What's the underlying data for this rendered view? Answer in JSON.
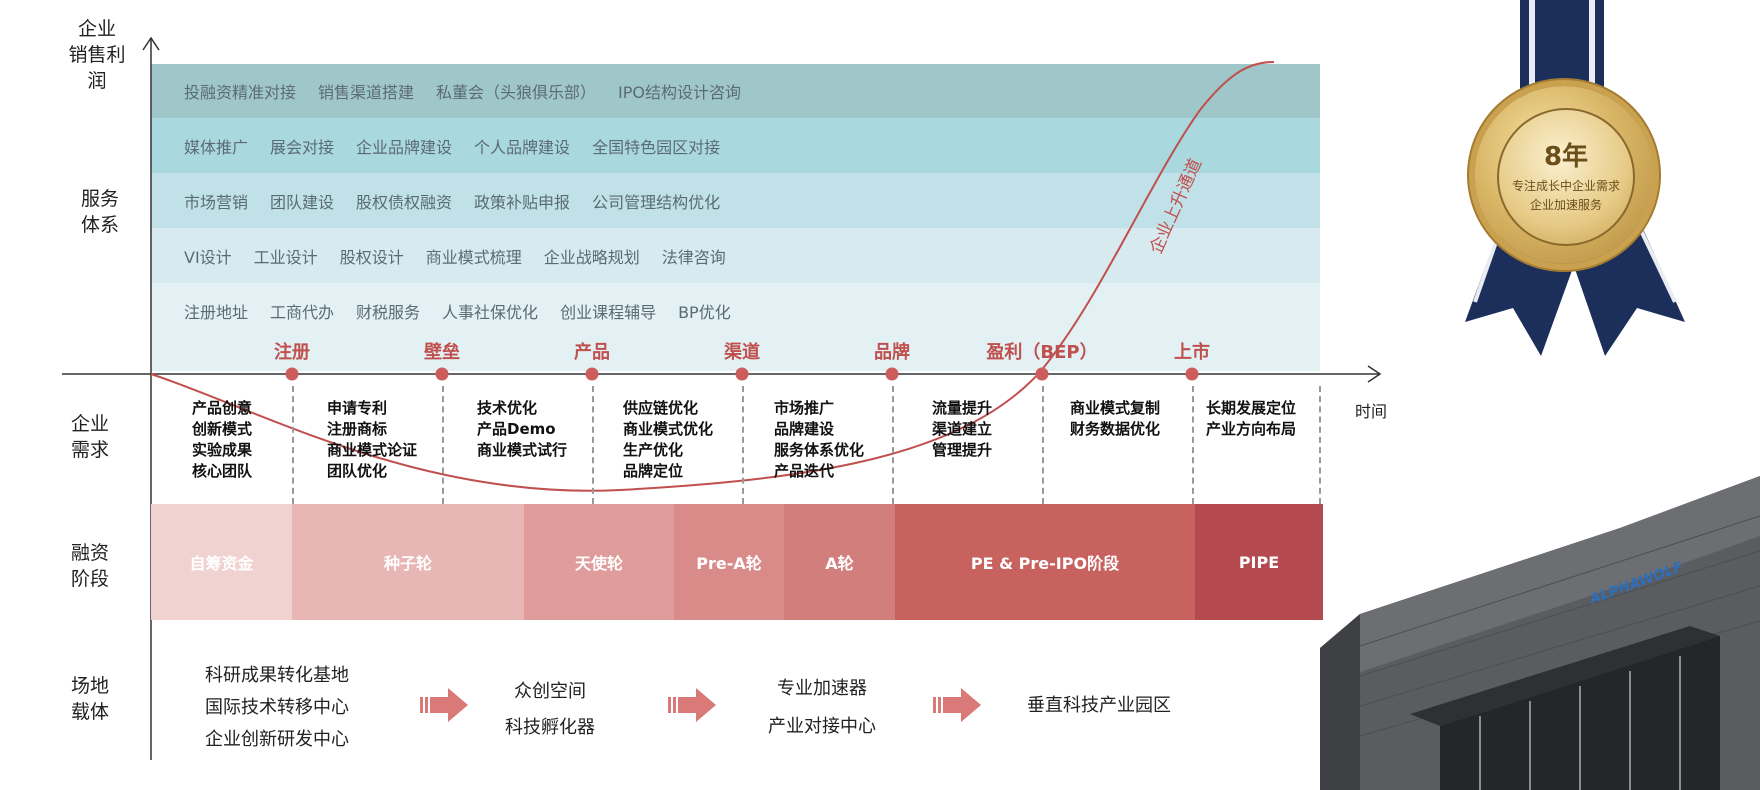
{
  "y_axis_title": [
    "企业",
    "销售利润"
  ],
  "x_axis_title": "时间",
  "section_labels": {
    "service": [
      "服务",
      "体系"
    ],
    "needs": [
      "企业",
      "需求"
    ],
    "financing": [
      "融资",
      "阶段"
    ],
    "carrier": [
      "场地",
      "载体"
    ]
  },
  "service_rows": [
    {
      "items": [
        "投融资精准对接",
        "销售渠道搭建",
        "私董会（头狼俱乐部）",
        "IPO结构设计咨询"
      ],
      "color": "#9fc7c9"
    },
    {
      "items": [
        "媒体推广",
        "展会对接",
        "企业品牌建设",
        "个人品牌建设",
        "全国特色园区对接"
      ],
      "color": "#a9d8df"
    },
    {
      "items": [
        "市场营销",
        "团队建设",
        "股权债权融资",
        "政策补贴申报",
        "公司管理结构优化"
      ],
      "color": "#bfe1e7"
    },
    {
      "items": [
        "VI设计",
        "工业设计",
        "股权设计",
        "商业模式梳理",
        "企业战略规划",
        "法律咨询"
      ],
      "color": "#d6eaef"
    },
    {
      "items": [
        "注册地址",
        "工商代办",
        "财税服务",
        "人事社保优化",
        "创业课程辅导",
        "BP优化"
      ],
      "color": "#e3f0f4"
    }
  ],
  "stages": [
    "注册",
    "壁垒",
    "产品",
    "渠道",
    "品牌",
    "盈利（BEP）",
    "上市"
  ],
  "curve_label": "企业上升通道",
  "needs": [
    [
      "产品创意",
      "创新模式",
      "实验成果",
      "核心团队"
    ],
    [
      "申请专利",
      "注册商标",
      "商业模式论证",
      "团队优化"
    ],
    [
      "技术优化",
      "产品Demo",
      "商业模式试行"
    ],
    [
      "供应链优化",
      "商业模式优化",
      "生产优化",
      "品牌定位"
    ],
    [
      "市场推广",
      "品牌建设",
      "服务体系优化",
      "产品迭代"
    ],
    [
      "流量提升",
      "渠道建立",
      "管理提升"
    ],
    [
      "商业模式复制",
      "财务数据优化"
    ],
    [
      "长期发展定位",
      "产业方向布局"
    ]
  ],
  "financing": [
    {
      "label": "自筹资金",
      "color": "#f0d2d1"
    },
    {
      "label": "种子轮",
      "color": "#e8b6b5"
    },
    {
      "label": "天使轮",
      "color": "#df9c9b"
    },
    {
      "label": "Pre-A轮",
      "color": "#d98b8a"
    },
    {
      "label": "A轮",
      "color": "#d27e7d"
    },
    {
      "label": "PE & Pre-IPO阶段",
      "color": "#c8625f"
    },
    {
      "label": "PIPE",
      "color": "#b44a50"
    }
  ],
  "carriers": [
    [
      "科研成果转化基地",
      "国际技术转移中心",
      "企业创新研发中心"
    ],
    [
      "众创空间",
      "科技孵化器"
    ],
    [
      "专业加速器",
      "产业对接中心"
    ],
    [
      "垂直科技产业园区"
    ]
  ],
  "badge": {
    "big": "8年",
    "line1": "专注成长中企业需求",
    "line2": "企业加速服务"
  },
  "building_sign": "ALPHAWOLF",
  "colors": {
    "accent": "#c0504d",
    "navy": "#1b2f5a",
    "gold": "#c9a24a"
  }
}
